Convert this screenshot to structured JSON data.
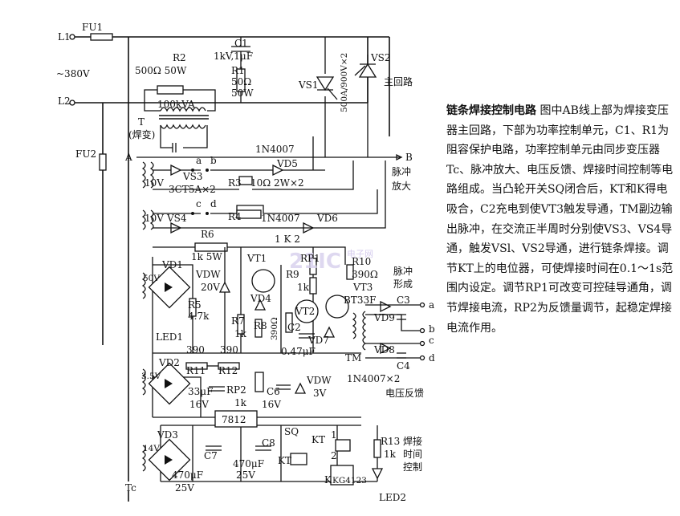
{
  "labels": {
    "L1": "L1",
    "FU1": "FU1",
    "v380": "~380V",
    "L2": "L2",
    "FU2": "FU2",
    "C1": "C1",
    "C1v": "1kV,1μF",
    "R2": "R2",
    "R2v": "500Ω 50W",
    "R1": "R1",
    "R1v1": "50Ω",
    "R1v2": "50W",
    "VS1": "VS1",
    "VS2": "VS2",
    "scr": "500A/900V×2",
    "main": "主回路",
    "kva": "100kVA",
    "T": "T",
    "weld": "(焊变)",
    "A": "A",
    "B": "B",
    "n4007a": "1N4007",
    "a": "a",
    "b": "b",
    "v10a": "10V",
    "VS3": "VS3",
    "VD5": "VD5",
    "cx": "3CT5A×2",
    "R3": "R3",
    "R3v": "10Ω 2W×2",
    "pulse1": "脉冲",
    "pulse2": "放大",
    "c": "c",
    "d": "d",
    "v10b": "10V",
    "VS4": "VS4",
    "R4": "R4",
    "n4007b": "1N4007",
    "VD6": "VD6",
    "R6": "R6",
    "R6v": "1k 5W",
    "K2": "1 K 2",
    "VT1": "VT1",
    "RP1": "RP1",
    "R10": "R10",
    "R10v": "390Ω",
    "pf1": "脉冲",
    "pf2": "形成",
    "VD1": "VD1",
    "v50": "50V",
    "VDW": "VDW",
    "v20": "20V",
    "R9": "R9",
    "R9v": "1k",
    "VT3": "VT3",
    "R5": "R5",
    "R5v": "4.7k",
    "VD4": "VD4",
    "VT2": "VT2",
    "BT33F": "BT33F",
    "C3": "C3",
    "oa": "a",
    "R7": "R7",
    "R7v": "1k",
    "R8": "R8",
    "r390": "390Ω",
    "C2": "C2",
    "VD9": "VD9",
    "ob": "b",
    "LED1": "LED1",
    "VD7": "VD7",
    "oc": "c",
    "c047": "0.47μF",
    "VD8": "VD8",
    "TM": "TM",
    "C4": "C4",
    "od": "d",
    "r390a": "390",
    "r390b": "390",
    "VD2": "VD2",
    "R11": "R11",
    "R12": "R12",
    "n4007x2": "1N4007×2",
    "v35": "3.5V",
    "c33": "33μF",
    "c16a": "16V",
    "RP2": "RP2",
    "RP2v": "1k",
    "C6": "C6",
    "c16b": "16V",
    "VDW2": "VDW",
    "v3": "3V",
    "vfb": "电压反馈",
    "reg": "7812",
    "VD3": "VD3",
    "v14": "14V",
    "SQ": "SQ",
    "C7": "C7",
    "C8": "C8",
    "c470a": "470μF",
    "c25a": "25V",
    "c470b": "470μF",
    "c25b": "25V",
    "KT": "KT",
    "KTr": "KT",
    "k1": "1",
    "k2": "2",
    "K": "K",
    "ic": "KG4123",
    "R13": "R13",
    "R13v": "1k",
    "LED2": "LED2",
    "tc1": "焊接",
    "tc2": "时间",
    "tc3": "控制",
    "Tc": "Tc"
  },
  "watermark": {
    "logo": "21IC",
    "site": "电子网"
  },
  "description": {
    "title": "链条焊接控制电路",
    "body": "图中AB线上部为焊接变压器主回路，下部为功率控制单元，C1、R1为阻容保护电路，功率控制单元由同步变压器Tc、脉冲放大、电压反馈、焊接时间控制等电路组成。当凸轮开关SQ闭合后，KT和K得电吸合，C2充电到使VT3触发导通，TM副边输出脉冲，在交流正半周时分别使VS3、VS4导通，触发VSl、VS2导通，进行链条焊接。调节KT上的电位器，可使焊接时间在0.1～1s范围内设定。调节RP1可改变可控硅导通角，调节焊接电流，RP2为反馈量调节，起稳定焊接电流作用。"
  }
}
